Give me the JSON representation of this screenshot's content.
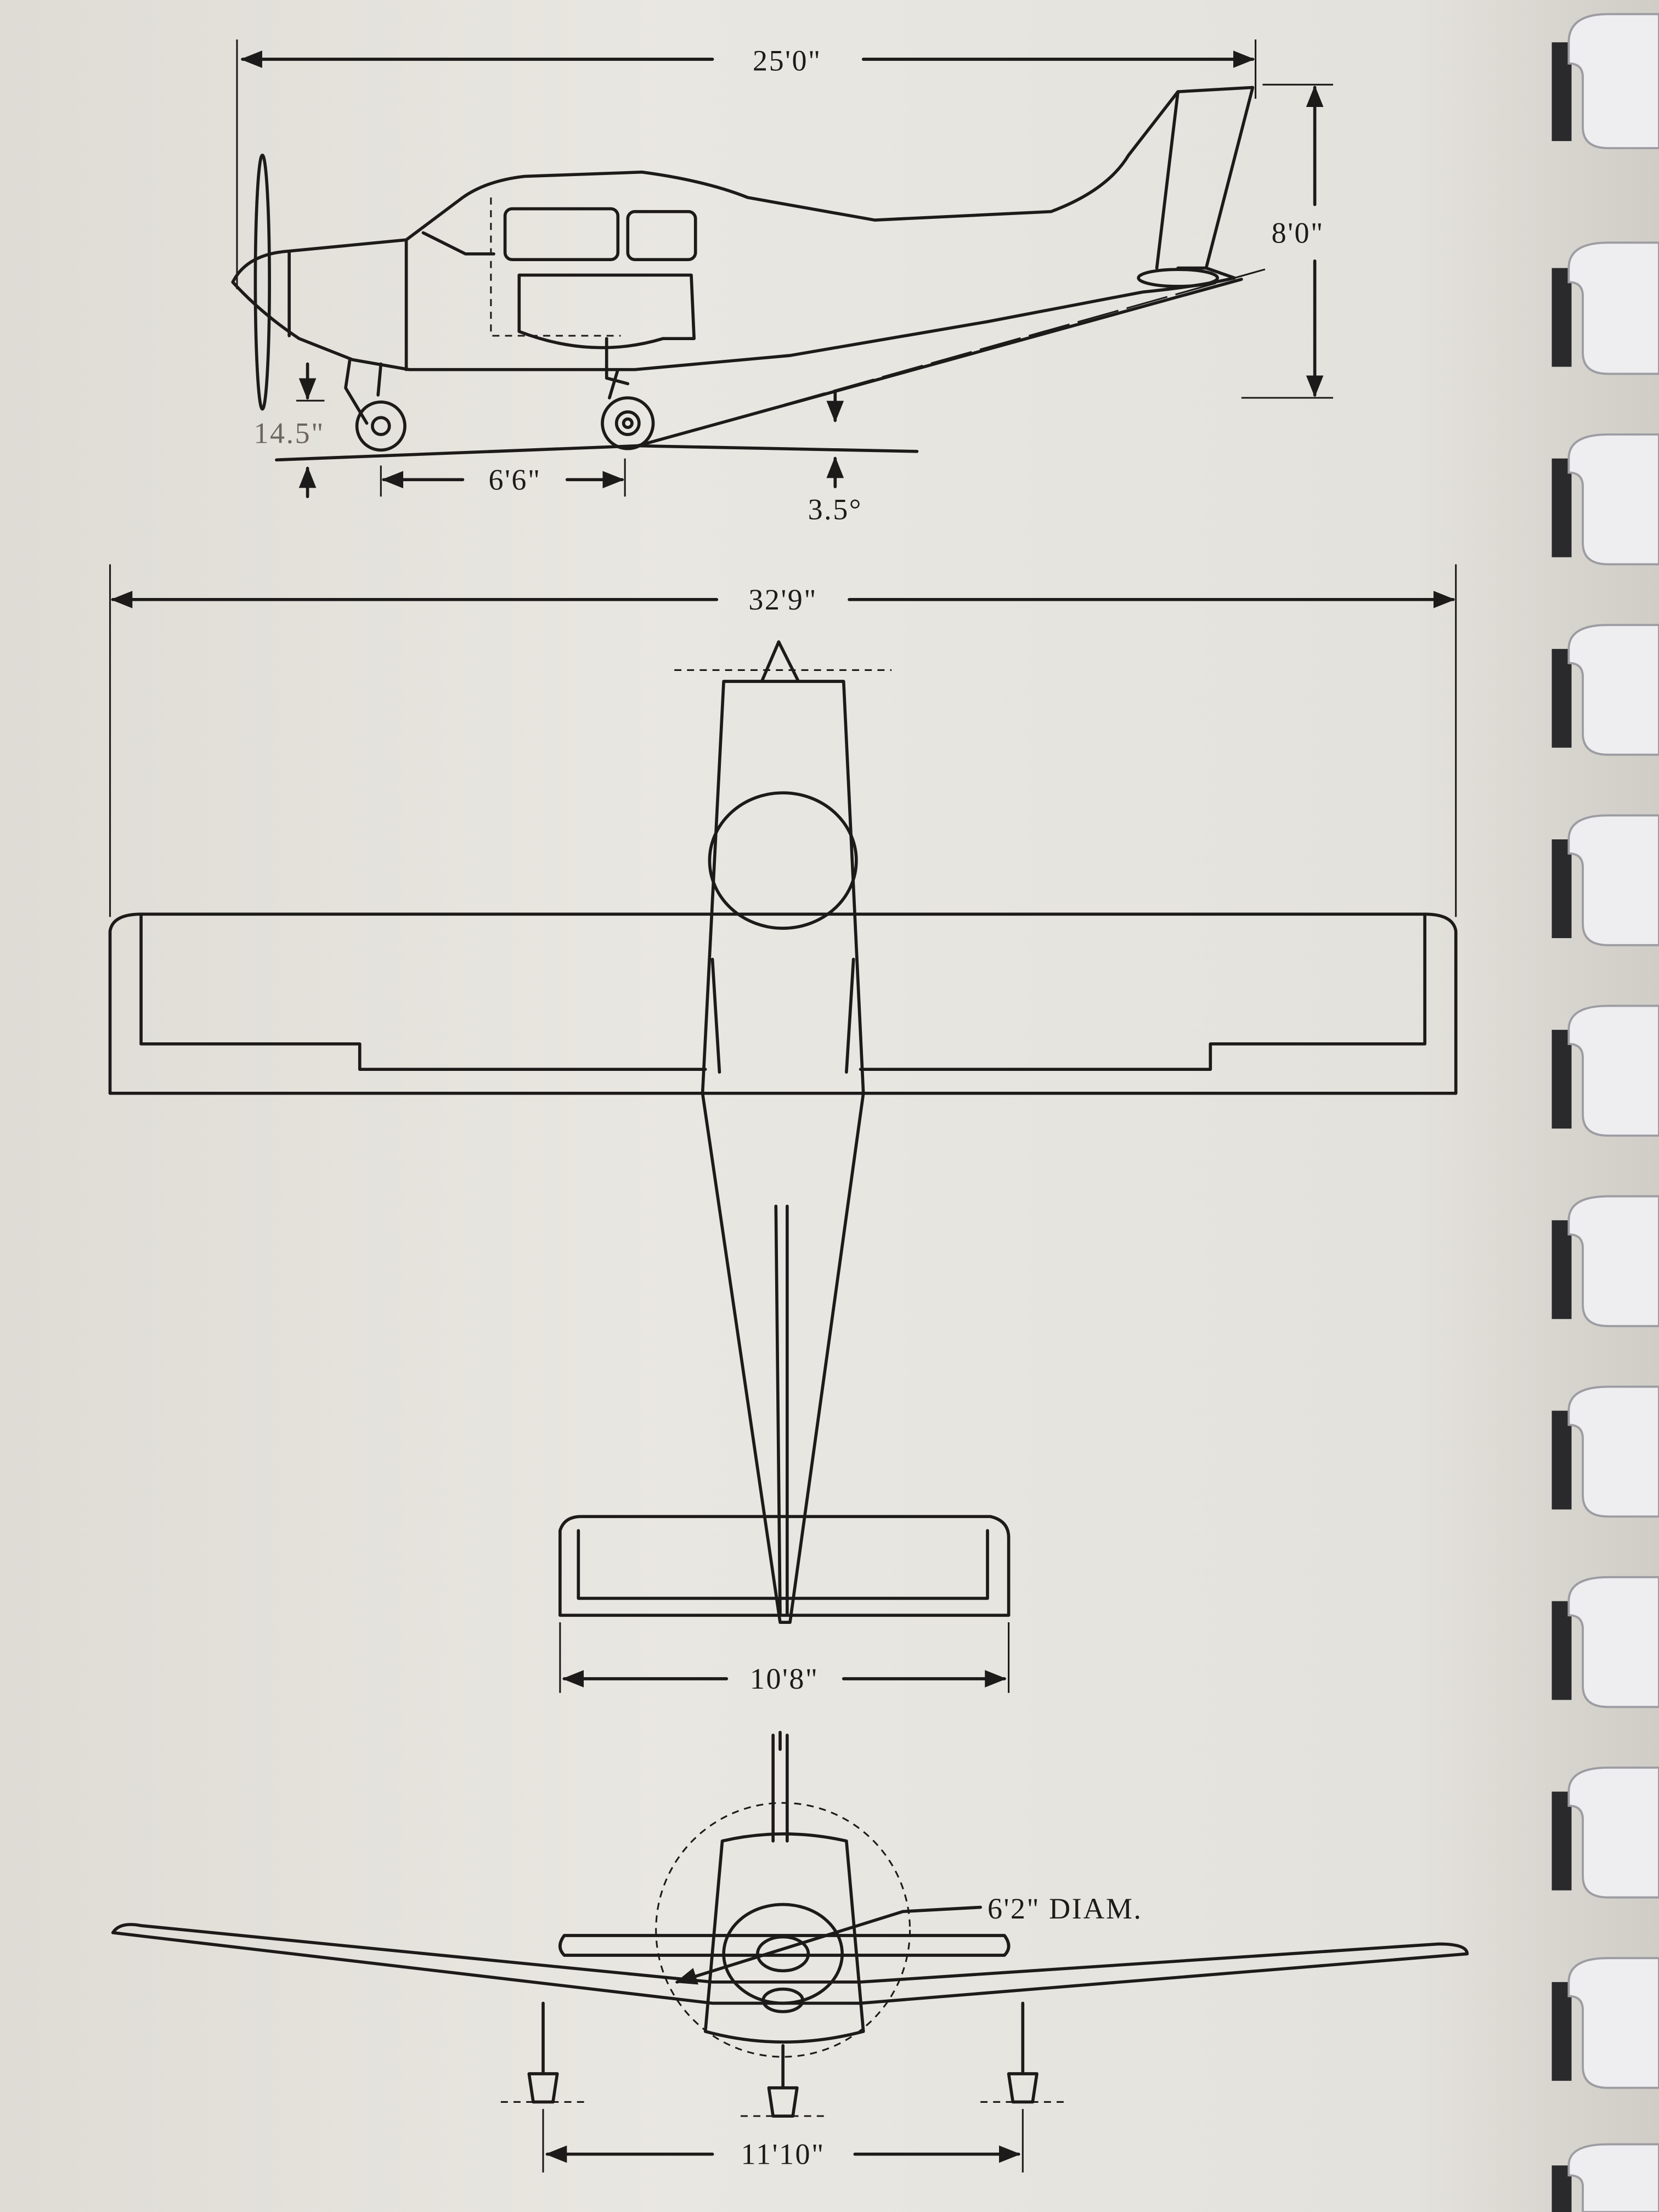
{
  "side_view": {
    "length_label": "25'0\"",
    "height_label": "8'0\"",
    "nose_gear_height_label": "14.5\"",
    "wheelbase_label": "6'6\"",
    "angle_label": "3.5°"
  },
  "top_view": {
    "wingspan_label": "32'9\"",
    "stabilator_span_label": "10'8\""
  },
  "front_view": {
    "propeller_label": "6'2\" DIAM.",
    "track_label": "11'10\""
  }
}
